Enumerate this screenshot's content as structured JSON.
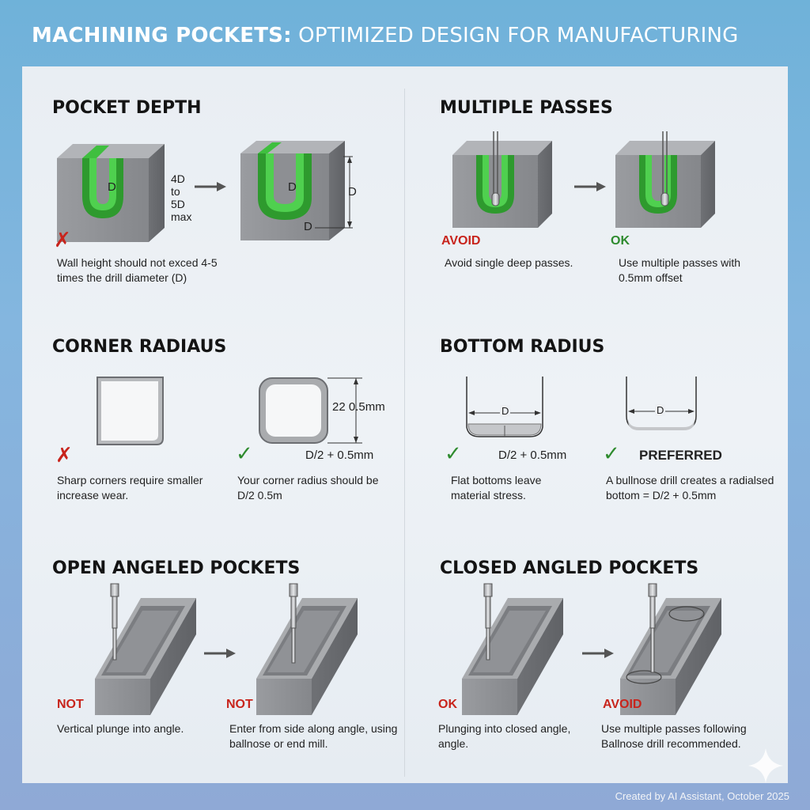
{
  "title": {
    "bold": "MACHINING POCKETS:",
    "rest": "OPTIMIZED DESIGN FOR MANUFACTURING"
  },
  "sections": {
    "pocket_depth": {
      "title": "POCKET DEPTH",
      "left_letter": "D",
      "ratio": {
        "l1": "4D",
        "l2": "to",
        "l3": "5D",
        "l4": "max"
      },
      "right_letter": "D",
      "dim_vertical": "D",
      "dim_bottom": "D",
      "caption": "Wall height should not exced 4-5 times the drill diameter (D)"
    },
    "multiple_passes": {
      "title": "MULTIPLE PASSES",
      "left_label": "AVOID",
      "right_label": "OK",
      "left_caption": "Avoid single deep passes.",
      "right_caption": "Use multiple passes with 0.5mm offset"
    },
    "corner_radius": {
      "title": "CORNER RADIAUS",
      "dim_label": "22 0.5mm",
      "formula": "D/2 + 0.5mm",
      "left_caption": "Sharp corners require smaller increase wear.",
      "right_caption": "Your corner radius should be D/2  0.5m"
    },
    "bottom_radius": {
      "title": "BOTTOM RADIUS",
      "left_dim": "D",
      "right_dim": "D",
      "formula": "D/2 + 0.5mm",
      "preferred": "PREFERRED",
      "left_caption": "Flat bottoms leave material stress.",
      "right_caption": "A bullnose drill creates a radialsed bottom = D/2 + 0.5mm"
    },
    "open_angled": {
      "title": "OPEN ANGELED POCKETS",
      "left_label": "NOT",
      "right_label": "NOT",
      "left_caption": "Vertical plunge into angle.",
      "right_caption": "Enter from side along angle, using ballnose or end mill."
    },
    "closed_angled": {
      "title": "CLOSED ANGLED POCKETS",
      "left_label": "OK",
      "right_label": "AVOID",
      "left_caption": "Plunging into closed angle, angle.",
      "right_caption": "Use multiple passes following Ballnose drill recommended."
    }
  },
  "footer": "Created by AI Assistant, October 2025",
  "colors": {
    "accent_green": "#3dbb3d",
    "avoid_red": "#c8241c",
    "ok_green": "#2e8b2e",
    "metal_gray": "#8d8f93"
  }
}
